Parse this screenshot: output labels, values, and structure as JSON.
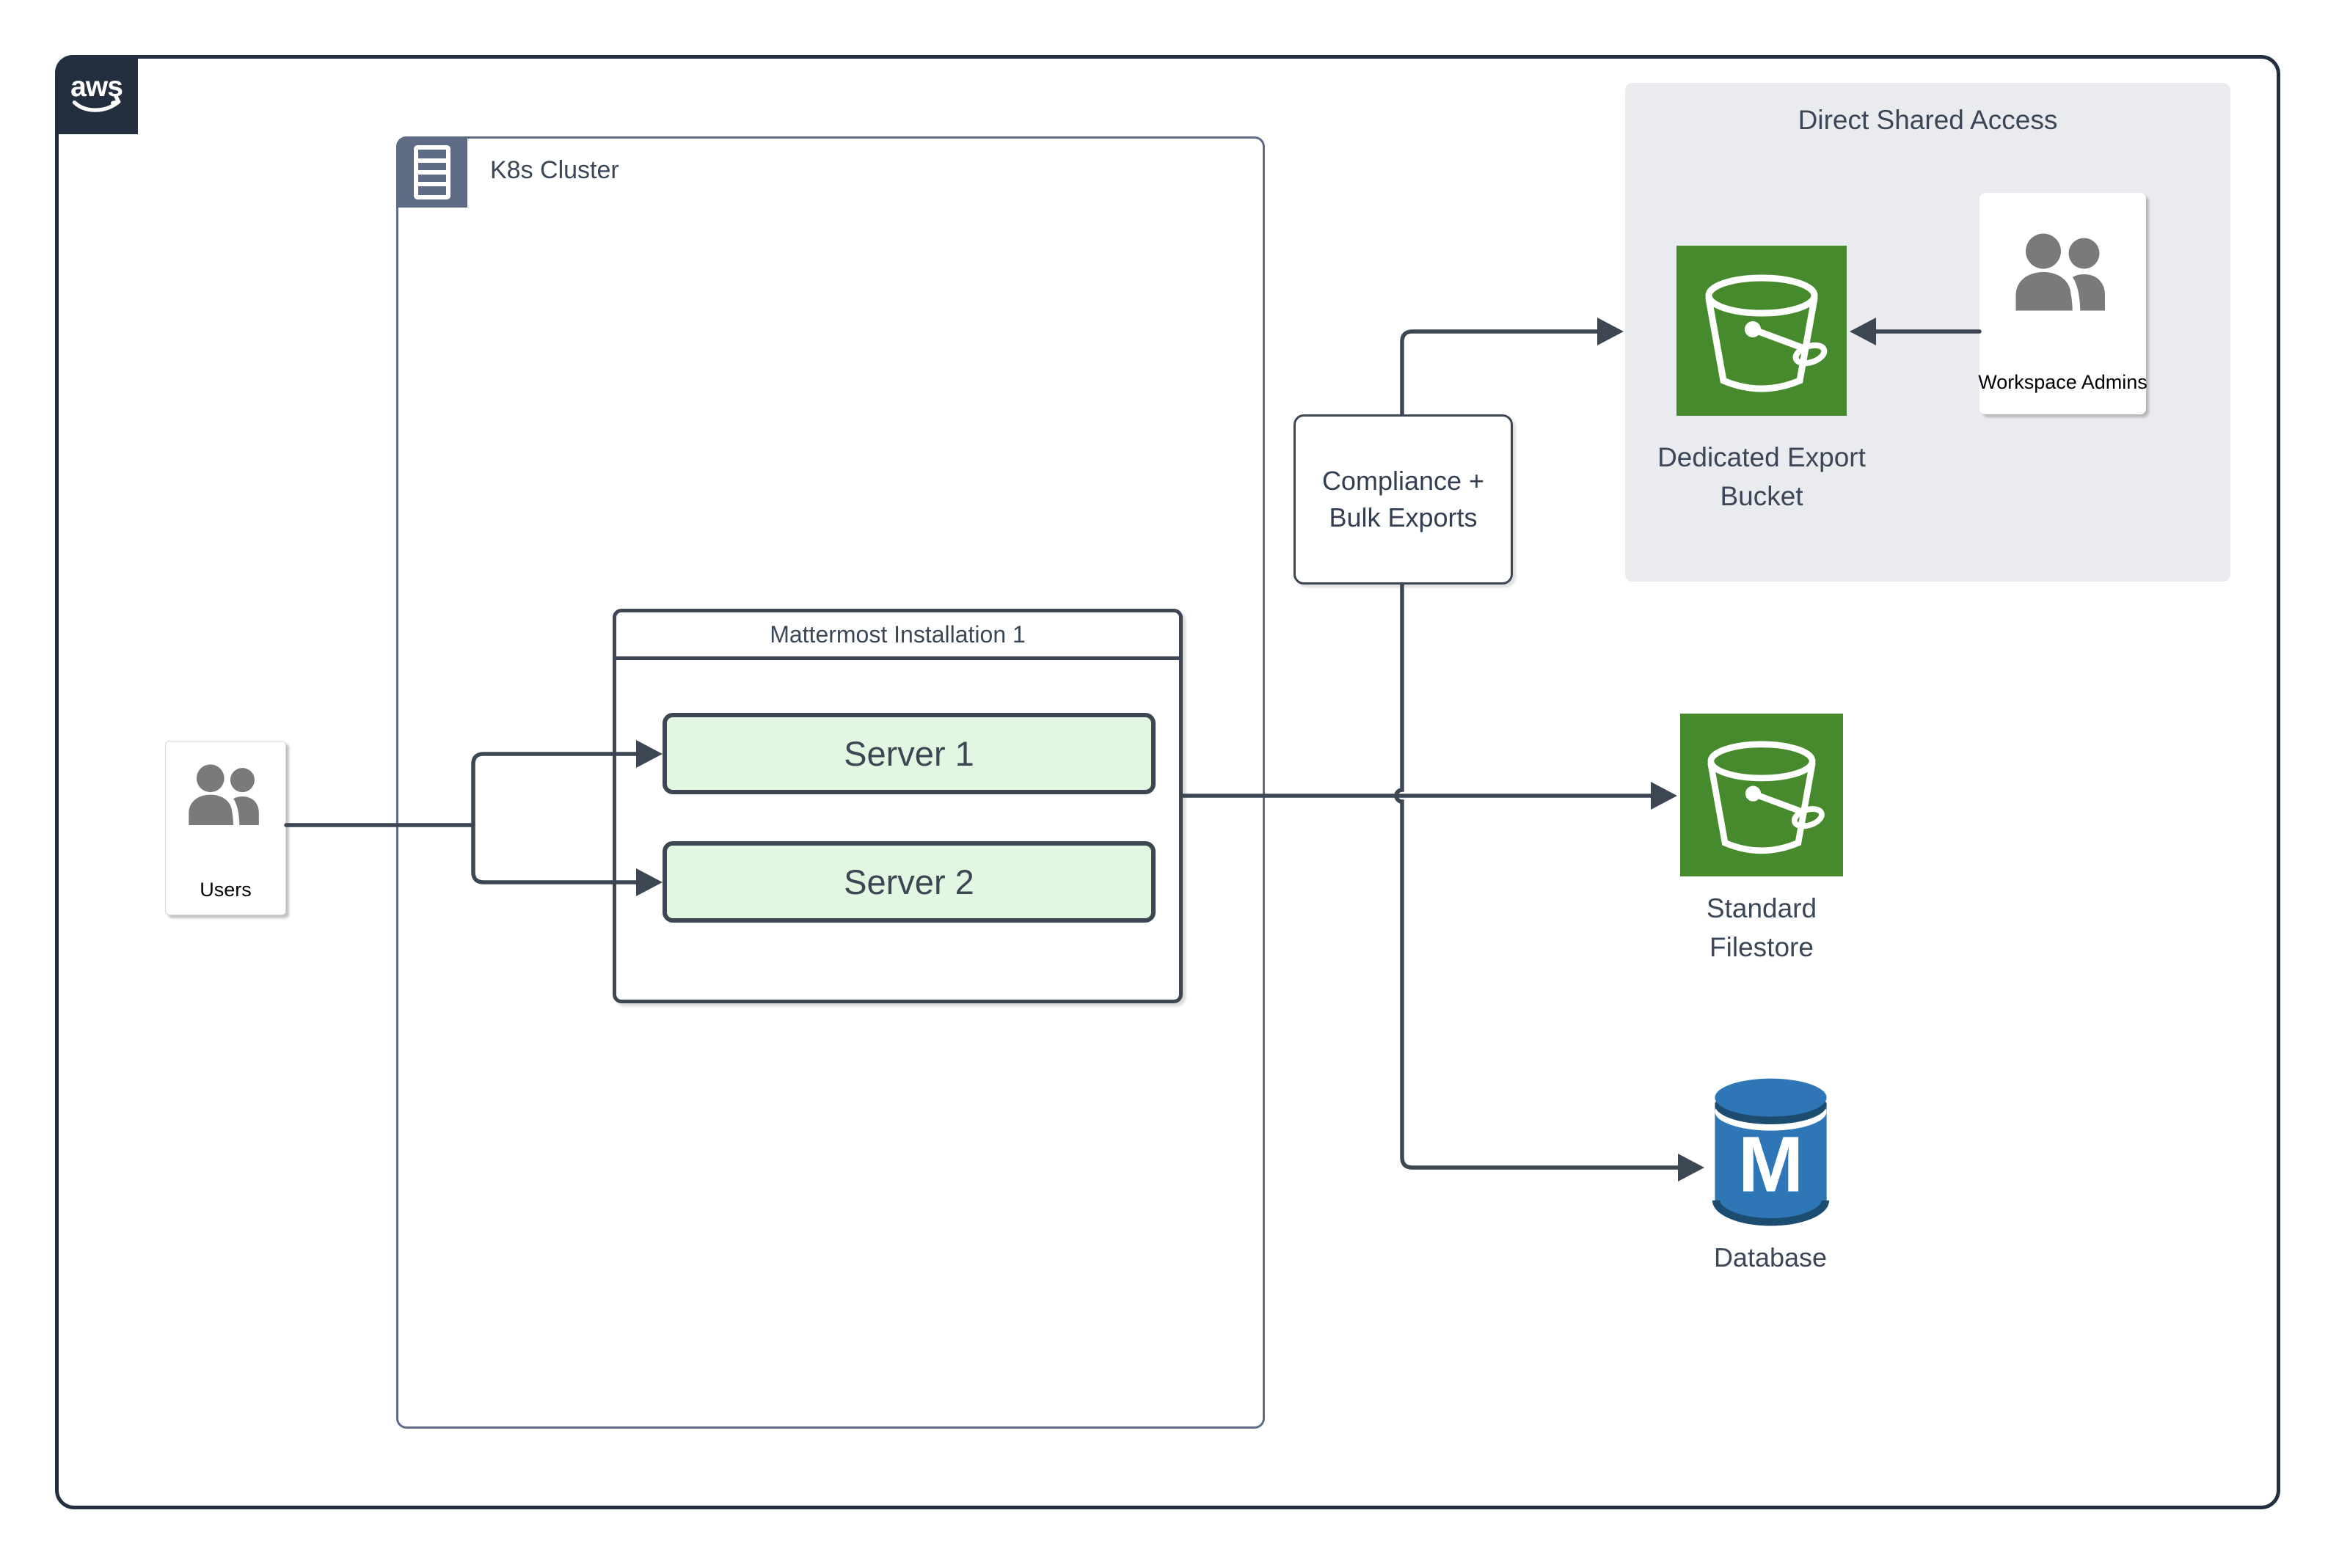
{
  "aws_badge": {
    "label": "aws"
  },
  "k8s": {
    "label": "K8s Cluster"
  },
  "users": {
    "label": "Users"
  },
  "mattermost": {
    "title": "Mattermost Installation 1",
    "servers": [
      {
        "label": "Server 1"
      },
      {
        "label": "Server 2"
      }
    ]
  },
  "compliance": {
    "line1": "Compliance +",
    "line2": "Bulk Exports"
  },
  "direct_shared_access": {
    "title": "Direct Shared Access",
    "dedicated_bucket": {
      "line1": "Dedicated Export",
      "line2": "Bucket"
    },
    "admins_label": "Workspace Admins"
  },
  "filestore": {
    "line1": "Standard",
    "line2": "Filestore"
  },
  "database": {
    "label": "Database"
  },
  "colors": {
    "outer_border_navy": "#232f3e",
    "connector_slate": "#3d4653",
    "k8s_border_blue_gray": "#5d6b84",
    "label_slate": "#3b4656",
    "s3_green": "#478a2e",
    "server_mint_fill": "#e2f7e2",
    "panel_gray": "#e9ebee",
    "person_gray": "#7a7a7a",
    "database_blue": "#2e76b5",
    "database_dark_blue": "#1c4d71"
  }
}
